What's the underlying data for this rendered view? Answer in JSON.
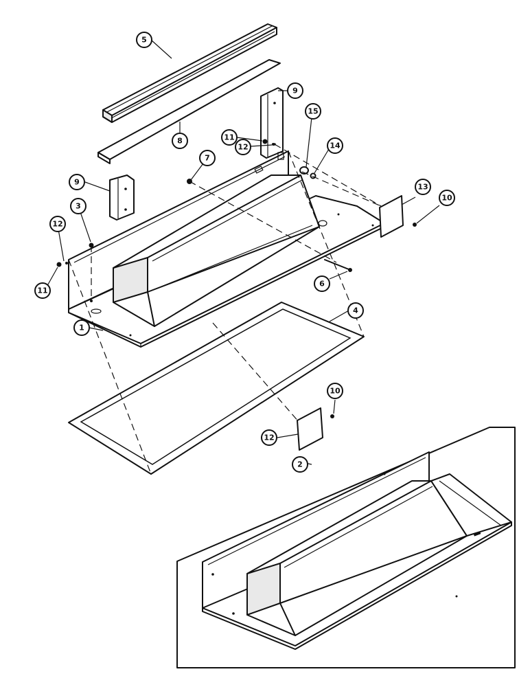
{
  "callouts": {
    "c1": "1",
    "c2": "2",
    "c3": "3",
    "c4": "4",
    "c5": "5",
    "c6": "6",
    "c7": "7",
    "c8": "8",
    "c9a": "9",
    "c9b": "9",
    "c10a": "10",
    "c10b": "10",
    "c11a": "11",
    "c11b": "11",
    "c12a": "12",
    "c12b": "12",
    "c12c": "12",
    "c13": "13",
    "c14": "14",
    "c15": "15"
  }
}
